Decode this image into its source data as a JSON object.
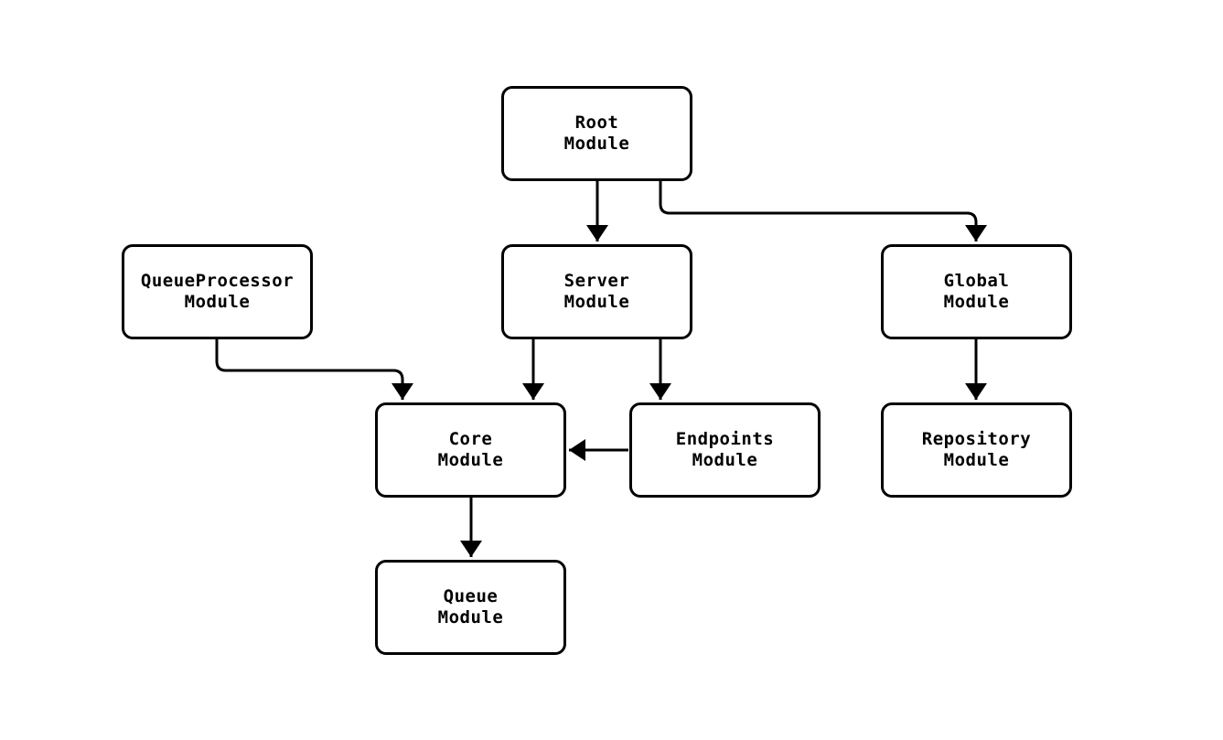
{
  "diagram": {
    "background_color": "#ffffff",
    "stroke_color": "#000000",
    "nodes": {
      "root": {
        "line1": "Root",
        "line2": "Module"
      },
      "queueprocessor": {
        "line1": "QueueProcessor",
        "line2": "Module"
      },
      "server": {
        "line1": "Server",
        "line2": "Module"
      },
      "global": {
        "line1": "Global",
        "line2": "Module"
      },
      "core": {
        "line1": "Core",
        "line2": "Module"
      },
      "endpoints": {
        "line1": "Endpoints",
        "line2": "Module"
      },
      "repository": {
        "line1": "Repository",
        "line2": "Module"
      },
      "queue": {
        "line1": "Queue",
        "line2": "Module"
      }
    },
    "edges": [
      {
        "from": "Root Module",
        "to": "Server Module"
      },
      {
        "from": "Root Module",
        "to": "Global Module"
      },
      {
        "from": "QueueProcessor Module",
        "to": "Core Module"
      },
      {
        "from": "Server Module",
        "to": "Core Module"
      },
      {
        "from": "Server Module",
        "to": "Endpoints Module"
      },
      {
        "from": "Endpoints Module",
        "to": "Core Module"
      },
      {
        "from": "Global Module",
        "to": "Repository Module"
      },
      {
        "from": "Core Module",
        "to": "Queue Module"
      }
    ]
  }
}
